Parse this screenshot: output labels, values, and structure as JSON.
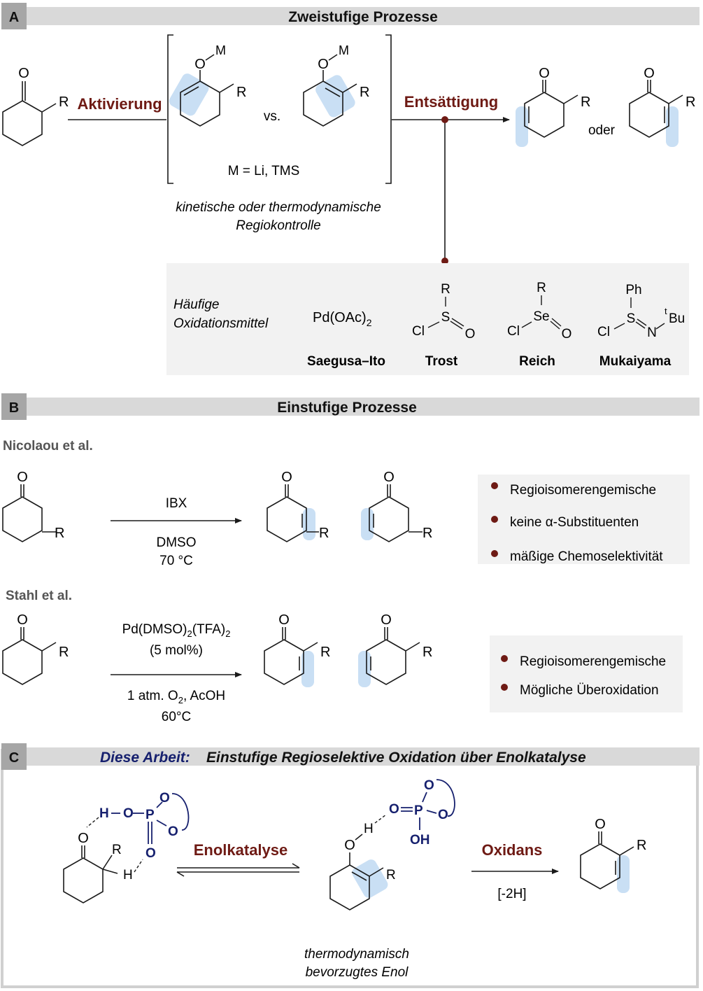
{
  "section_a": {
    "label": "A",
    "title": "Zweistufige Prozesse",
    "activation": "Aktivierung",
    "desaturation": "Entsättigung",
    "vs": "vs.",
    "metal": "M = Li, TMS",
    "regio_note": [
      "kinetische oder thermodynamische",
      "Regiokontrolle"
    ],
    "or": "oder",
    "oxidants_label": [
      "Häufige",
      "Oxidationsmittel"
    ],
    "reagents": [
      {
        "formula": "Pd(OAc)2",
        "name": "Saegusa–Ito"
      },
      {
        "formula": "R-S(O)-Cl",
        "name": "Trost"
      },
      {
        "formula": "R-Se(O)-Cl",
        "name": "Reich"
      },
      {
        "formula": "Ph-S(=N-tBu)-Cl",
        "name": "Mukaiyama"
      }
    ]
  },
  "section_b": {
    "label": "B",
    "title": "Einstufige Prozesse",
    "nicolaou": {
      "author": "Nicolaou et al.",
      "reagent": "IBX",
      "solvent": "DMSO",
      "temperature": "70 °C",
      "notes": [
        "Regioisomerengemische",
        "keine α-Substituenten",
        "mäßige Chemoselektivität"
      ]
    },
    "stahl": {
      "author": "Stahl et al.",
      "catalyst": "Pd(DMSO)2(TFA)2",
      "loading": "(5 mol%)",
      "conditions": "1 atm. O2, AcOH",
      "temperature": "60°C",
      "notes": [
        "Regioisomerengemische",
        "Mögliche Überoxidation"
      ]
    }
  },
  "section_c": {
    "label": "C",
    "title_lead": "Diese Arbeit:",
    "title_rest": "Einstufige Regioselektive Oxidation über Enolkatalyse",
    "step1": "Enolkatalyse",
    "step2": "Oxidans",
    "step2_sub": "[-2H]",
    "enol_note": [
      "thermodynamisch",
      "bevorzugtes Enol"
    ]
  },
  "colors": {
    "accent_red": "#6e1a14",
    "navy": "#16206e",
    "highlight": "#c9dff4",
    "panel_gray": "#f2f2f2",
    "bar_gray": "#d9d9d9",
    "label_box": "#a6a6a6"
  }
}
